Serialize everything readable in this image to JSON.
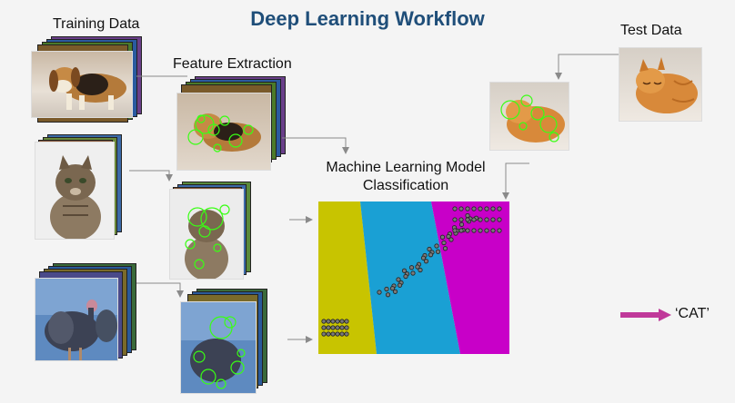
{
  "title": "Deep Learning Workflow",
  "labels": {
    "training_data": "Training Data",
    "feature_extraction": "Feature Extraction",
    "test_data": "Test Data",
    "model_line1": "Machine Learning Model",
    "model_line2": "Classification",
    "result": "‘CAT’"
  },
  "colors": {
    "title": "#1f4e79",
    "region_left": "#c8c400",
    "region_mid": "#1aa0d4",
    "region_right": "#c800c8",
    "result_arrow": "#c0399a",
    "feature_circles": "#39ff14"
  },
  "images": {
    "training": [
      "dog photo",
      "cat photo",
      "turkey photo"
    ],
    "features": [
      "dog features",
      "cat features",
      "turkey features"
    ],
    "test": "sleeping cat photo"
  }
}
